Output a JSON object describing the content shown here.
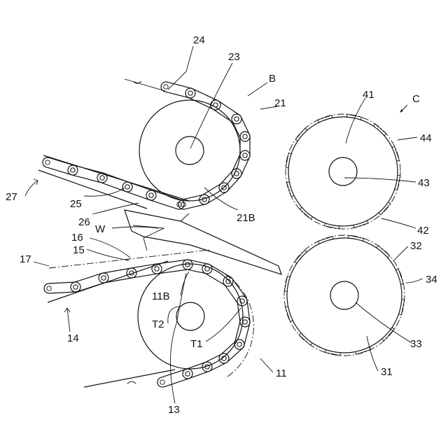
{
  "labels": {
    "l24": "24",
    "l23": "23",
    "lB": "B",
    "l21": "21",
    "l41": "41",
    "lC": "C",
    "l44": "44",
    "l27": "27",
    "l43": "43",
    "l25": "25",
    "l26": "26",
    "l21B": "21B",
    "l42": "42",
    "lW": "W",
    "l16": "16",
    "l15": "15",
    "l32": "32",
    "l17": "17",
    "l34": "34",
    "l11B": "11B",
    "lT2": "T2",
    "lT1": "T1",
    "l14": "14",
    "l33": "33",
    "l11": "11",
    "l31": "31",
    "l13": "13"
  }
}
